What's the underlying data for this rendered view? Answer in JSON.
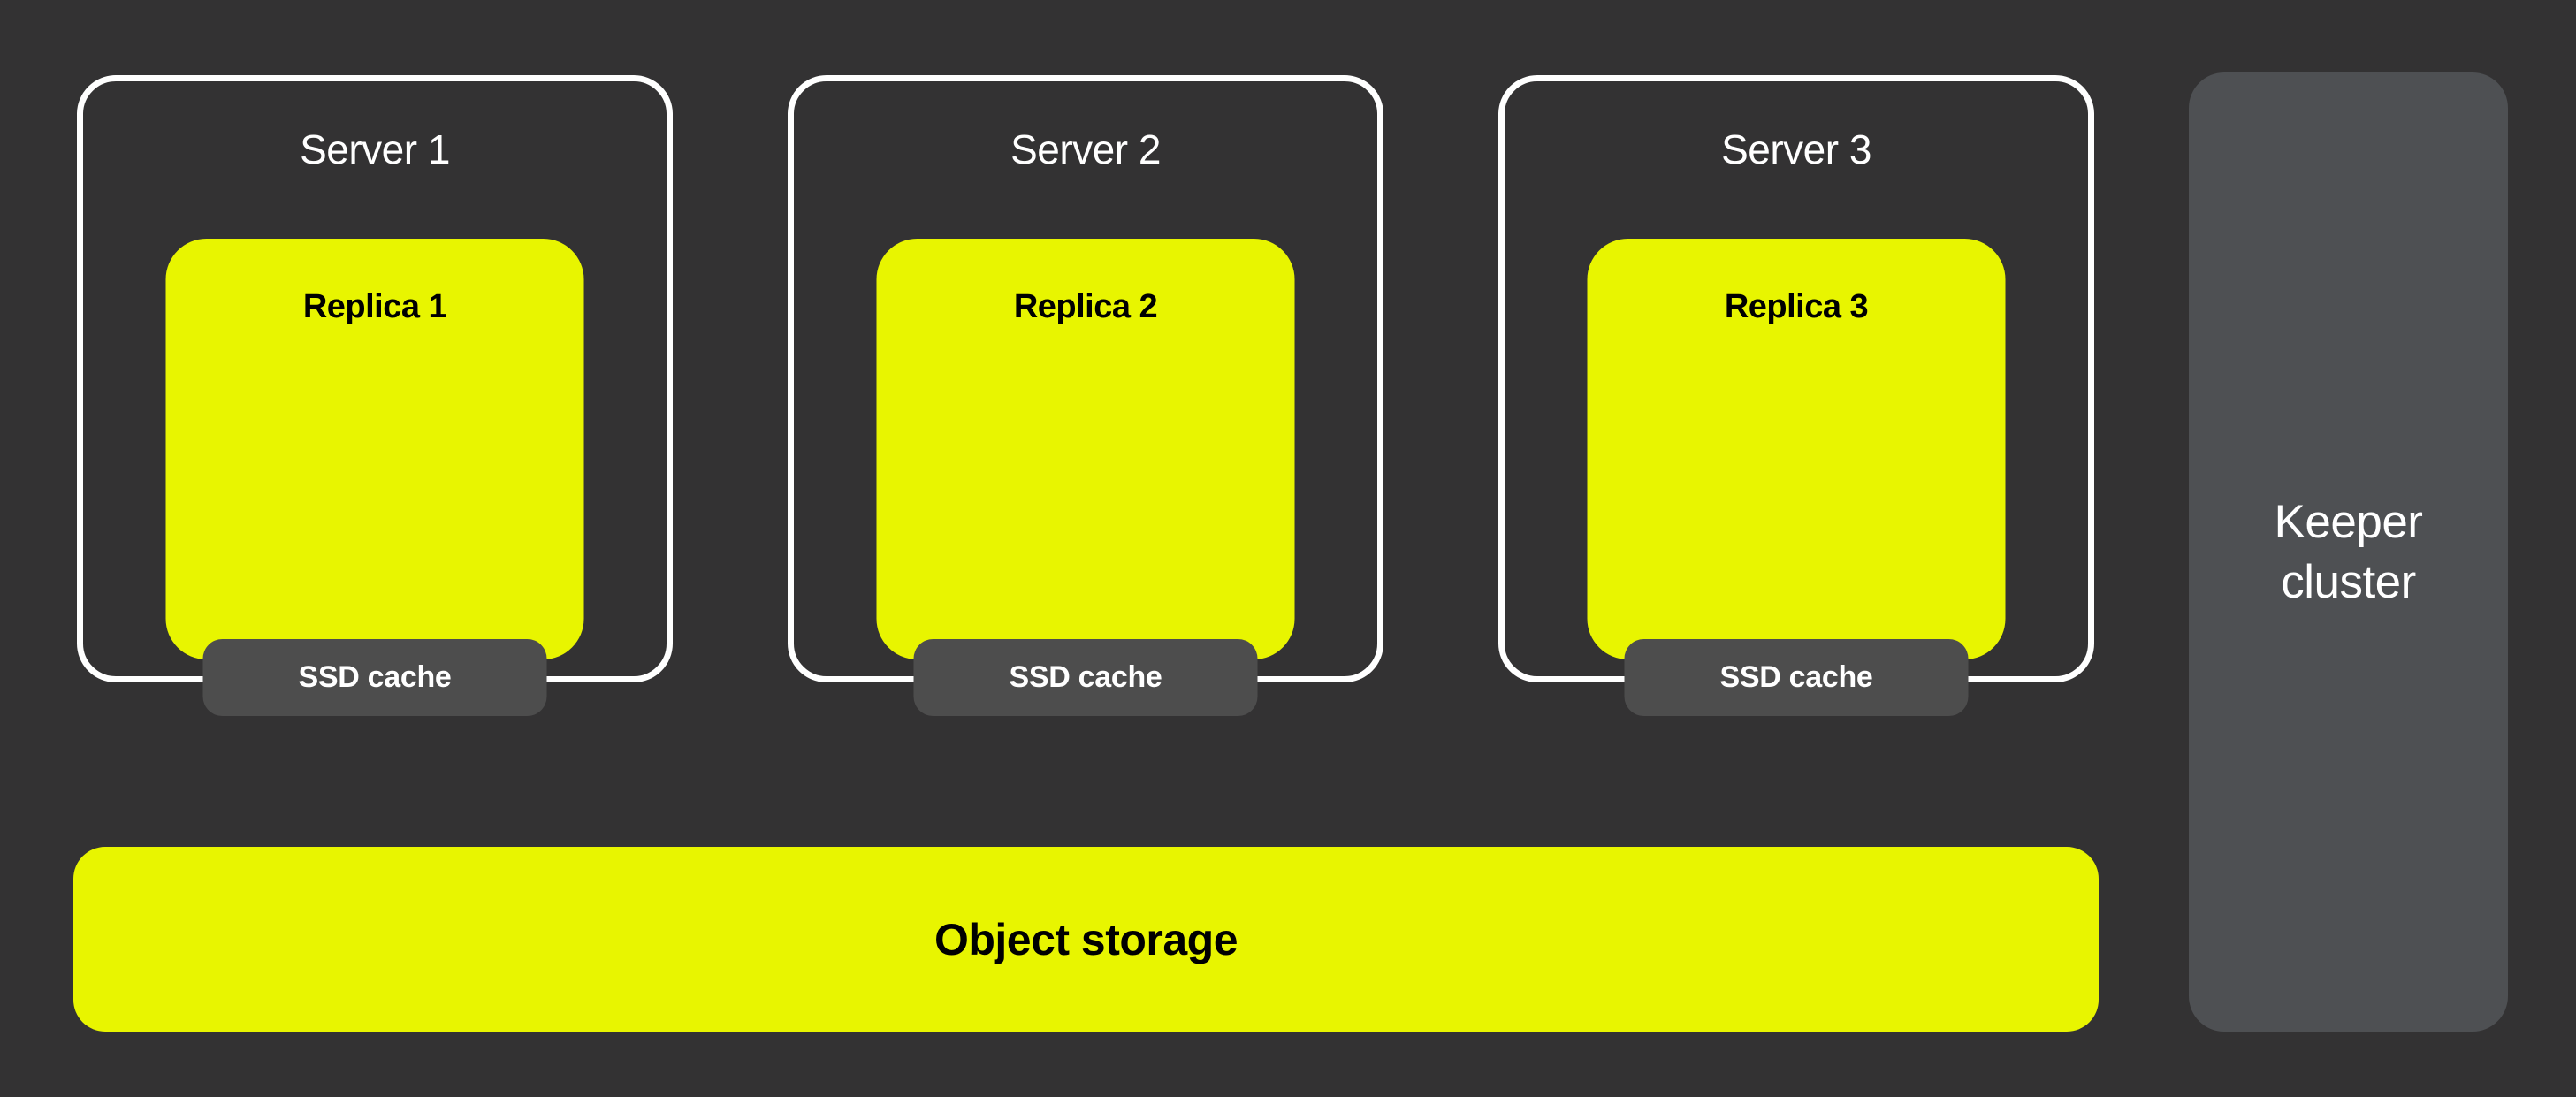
{
  "colors": {
    "background": "#333233",
    "accent_yellow": "#E8F500",
    "cache_gray": "#4D4D4D",
    "keeper_gray": "#4E5053",
    "border_white": "#FFFFFF",
    "text_dark": "#000000",
    "text_light": "#FFFFFF"
  },
  "diagram": {
    "servers": [
      {
        "label": "Server 1",
        "replica": {
          "label": "Replica 1"
        },
        "cache": {
          "label": "SSD cache"
        }
      },
      {
        "label": "Server 2",
        "replica": {
          "label": "Replica 2"
        },
        "cache": {
          "label": "SSD cache"
        }
      },
      {
        "label": "Server 3",
        "replica": {
          "label": "Replica 3"
        },
        "cache": {
          "label": "SSD cache"
        }
      }
    ],
    "object_storage": {
      "label": "Object storage"
    },
    "keeper": {
      "line1": "Keeper",
      "line2": "cluster"
    }
  }
}
